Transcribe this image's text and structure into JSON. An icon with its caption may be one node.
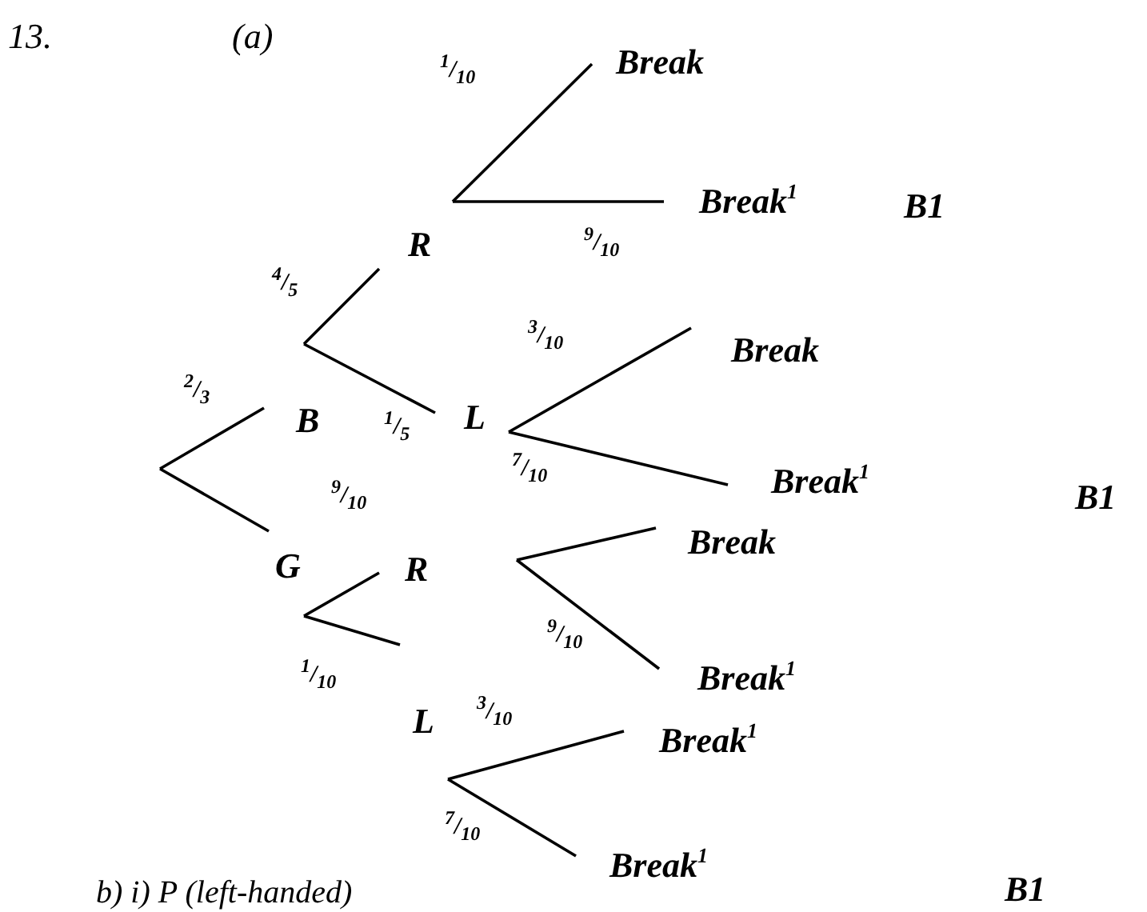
{
  "diagram": {
    "nodes": [
      {
        "text": [
          "B"
        ]
      },
      {
        "text": [
          "G"
        ]
      },
      {
        "text": [
          "R"
        ]
      },
      {
        "text": [
          "L"
        ]
      },
      {
        "text": [
          "R"
        ]
      },
      {
        "text": [
          "L"
        ]
      },
      {
        "text": [
          "Break"
        ]
      },
      {
        "text": [
          "Break$^{1}$"
        ]
      },
      {
        "text": [
          "Break"
        ]
      },
      {
        "text": [
          "Break$^{1}$"
        ]
      },
      {
        "text": [
          "Break"
        ]
      },
      {
        "text": [
          "Break$^{1}$"
        ]
      },
      {
        "text": [
          "Break$^{1}$"
        ]
      },
      {
        "text": [
          "Break$^{1}$"
        ]
      }
    ],
    "edges": [
      {
        "from": null,
        "to": 0,
        "arrow": "none",
        "label": "$^{2}$/$_{3}$"
      },
      {
        "from": null,
        "to": 1,
        "arrow": "none"
      },
      {
        "from": 0,
        "to": 2,
        "arrow": "none",
        "label": "$^{4}$/$_{5}$"
      },
      {
        "from": 0,
        "to": 3,
        "arrow": "none",
        "label": "$^{1}$/$_{5}$"
      },
      {
        "from": 2,
        "to": 6,
        "arrow": "none",
        "label": "$^{1}$/$_{10}$"
      },
      {
        "from": 2,
        "to": 7,
        "arrow": "none",
        "label": "$^{9}$/$_{10}$"
      },
      {
        "from": 3,
        "to": 8,
        "arrow": "none",
        "label": "$^{3}$/$_{10}$"
      },
      {
        "from": 3,
        "to": 9,
        "arrow": "none",
        "label": "$^{7}$/$_{10}$"
      },
      {
        "from": 1,
        "to": 4,
        "arrow": "none",
        "label": "$^{9}$/$_{10}$"
      },
      {
        "from": 1,
        "to": 5,
        "arrow": "none",
        "label": "$^{1}$/$_{10}$"
      },
      {
        "from": 4,
        "to": 10,
        "arrow": "none"
      },
      {
        "from": 4,
        "to": 11,
        "arrow": "none",
        "label": "$^{9}$/$_{10}$"
      },
      {
        "from": 5,
        "to": 12,
        "arrow": "none",
        "label": "$^{3}$/$_{10}$"
      },
      {
        "from": 5,
        "to": 13,
        "arrow": "none",
        "label": "$^{7}$/$_{10}$"
      }
    ],
    "labels": [
      "13.",
      "(a)",
      "B1",
      "B1",
      "B1",
      "b) i) P (left-handed)"
    ]
  }
}
